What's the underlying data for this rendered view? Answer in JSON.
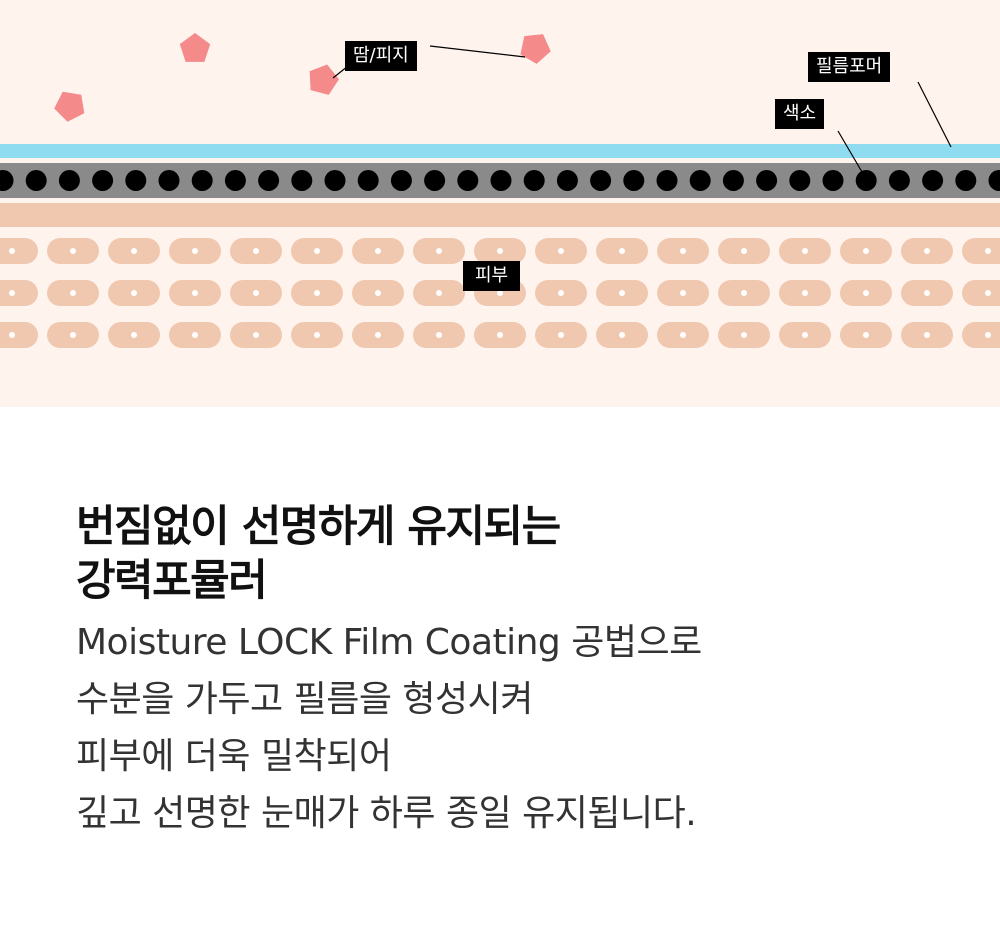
{
  "diagram": {
    "labels": {
      "sweat_sebum": "땀/피지",
      "film_former": "필름포머",
      "pigment": "색소",
      "skin": "피부"
    },
    "colors": {
      "background": "#fff3ee",
      "film_layer": "#8fdbf0",
      "pigment_band": "#8a8a8a",
      "pigment_dot": "#000000",
      "skin_band": "#f0c8b0",
      "skin_cell": "#f0c8b0",
      "cell_nucleus": "#ffffff",
      "droplet": "#f58a8a"
    }
  },
  "copy": {
    "headline_line1": "번짐없이 선명하게 유지되는",
    "headline_line2": "강력포뮬러",
    "body_line1": "Moisture LOCK Film Coating 공법으로",
    "body_line2": "수분을 가두고 필름을 형성시켜",
    "body_line3": "피부에 더욱 밀착되어",
    "body_line4": "깊고 선명한 눈매가 하루 종일 유지됩니다."
  }
}
